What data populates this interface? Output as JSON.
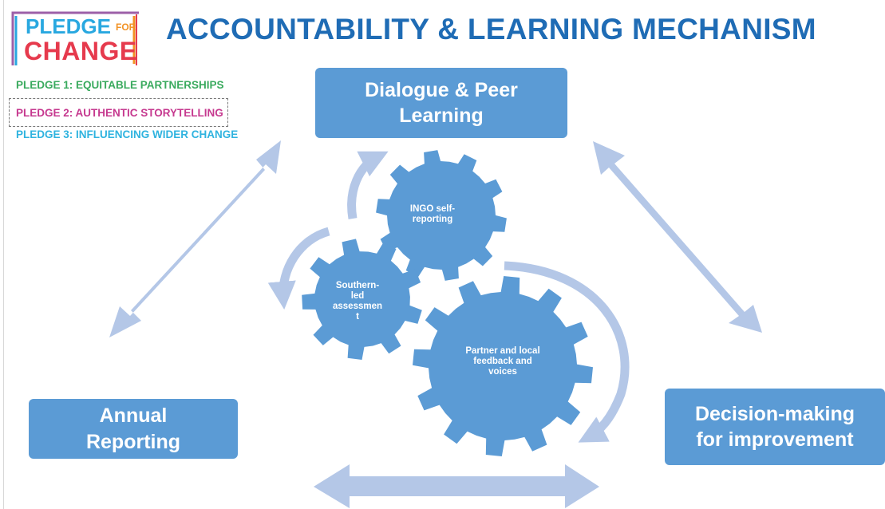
{
  "logo": {
    "pledge": "PLEDGE",
    "for": "FOR",
    "change": "CHANGE"
  },
  "title": "ACCOUNTABILITY & LEARNING MECHANISM",
  "pledges": [
    {
      "text": "PLEDGE 1: EQUITABLE PARTNERSHIPS",
      "color": "#3aaa5e"
    },
    {
      "text": "PLEDGE 2: AUTHENTIC STORYTELLING",
      "color": "#c6398f"
    },
    {
      "text": "PLEDGE 3: INFLUENCING WIDER CHANGE",
      "color": "#2fb3df"
    }
  ],
  "boxes": {
    "dialogue": "Dialogue & Peer\nLearning",
    "annual": "Annual\nReporting",
    "decision": "Decision-making\nfor improvement"
  },
  "gears": {
    "ingo": "INGO self-\nreporting",
    "southern": "Southern-\nled\nassessmen\nt",
    "partner": "Partner and local\nfeedback and\nvoices"
  },
  "colors": {
    "title": "#1f6cb5",
    "box": "#5b9bd5",
    "gear": "#5b9bd5",
    "arrow": "#b4c7e7"
  }
}
